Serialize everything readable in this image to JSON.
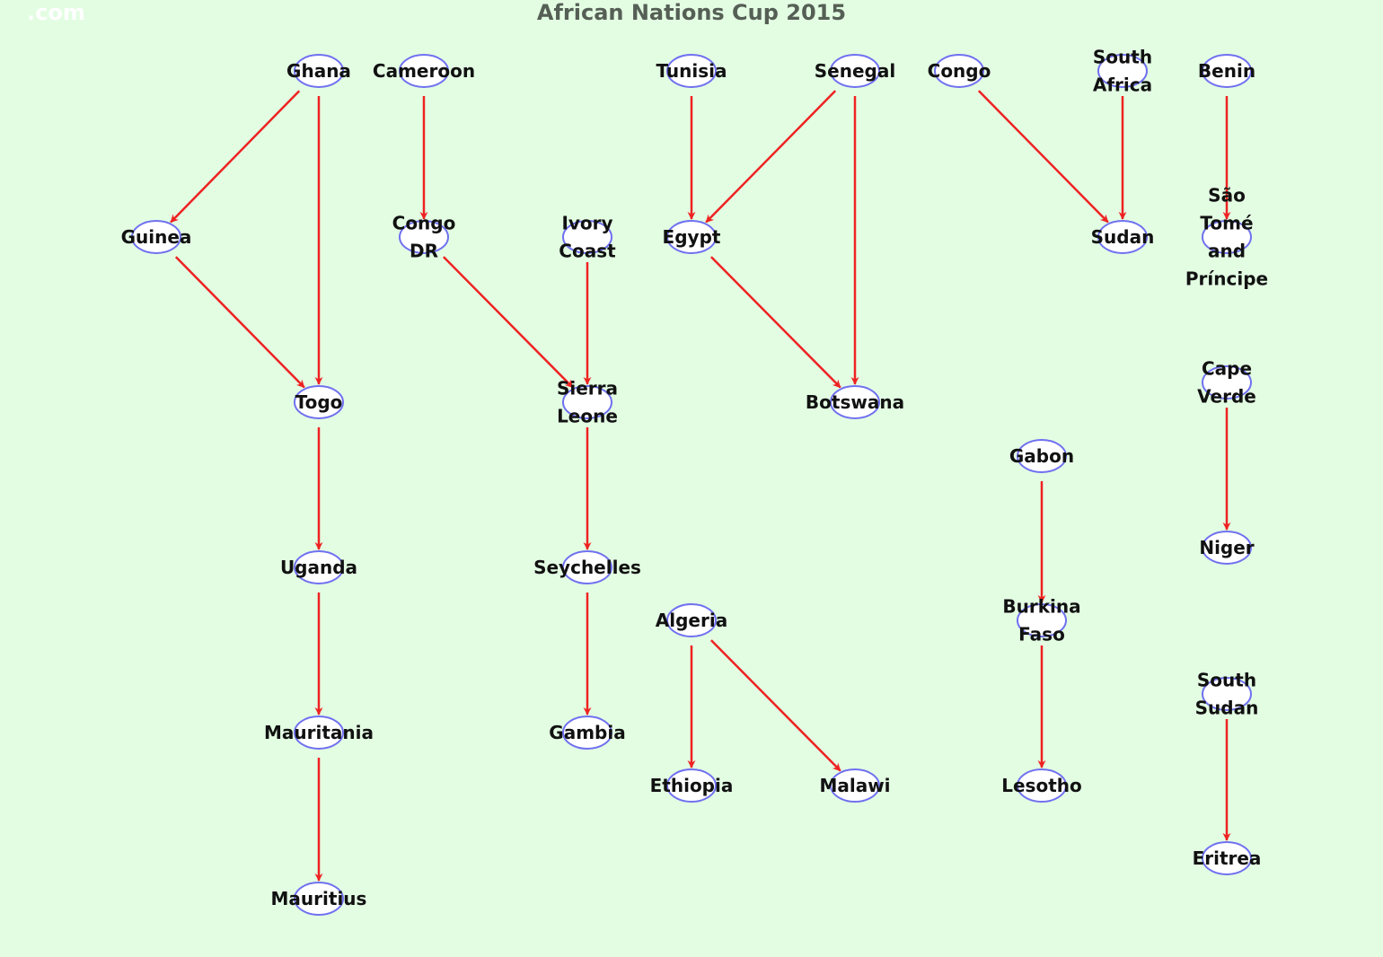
{
  "title": "African Nations Cup 2015",
  "watermark": ".com",
  "colors": {
    "background": "#e3fde3",
    "node_stroke": "#7070f0",
    "node_fill": "#ffffff",
    "edge": "#ee2222",
    "title": "#555f55"
  },
  "nodes": [
    {
      "id": "ghana",
      "lines": [
        "Ghana"
      ]
    },
    {
      "id": "cameroon",
      "lines": [
        "Cameroon"
      ]
    },
    {
      "id": "tunisia",
      "lines": [
        "Tunisia"
      ]
    },
    {
      "id": "senegal",
      "lines": [
        "Senegal"
      ]
    },
    {
      "id": "congo",
      "lines": [
        "Congo"
      ]
    },
    {
      "id": "south-africa",
      "lines": [
        "South",
        "Africa"
      ]
    },
    {
      "id": "benin",
      "lines": [
        "Benin"
      ]
    },
    {
      "id": "guinea",
      "lines": [
        "Guinea"
      ]
    },
    {
      "id": "congo-dr",
      "lines": [
        "Congo",
        "DR"
      ]
    },
    {
      "id": "ivory-coast",
      "lines": [
        "Ivory",
        "Coast"
      ]
    },
    {
      "id": "egypt",
      "lines": [
        "Egypt"
      ]
    },
    {
      "id": "sudan",
      "lines": [
        "Sudan"
      ]
    },
    {
      "id": "sao-tome",
      "lines": [
        "São",
        "Tomé",
        "and",
        "Príncipe"
      ]
    },
    {
      "id": "togo",
      "lines": [
        "Togo"
      ]
    },
    {
      "id": "sierra-leone",
      "lines": [
        "Sierra",
        "Leone"
      ]
    },
    {
      "id": "botswana",
      "lines": [
        "Botswana"
      ]
    },
    {
      "id": "cape-verde",
      "lines": [
        "Cape",
        "Verde"
      ]
    },
    {
      "id": "gabon",
      "lines": [
        "Gabon"
      ]
    },
    {
      "id": "niger",
      "lines": [
        "Niger"
      ]
    },
    {
      "id": "uganda",
      "lines": [
        "Uganda"
      ]
    },
    {
      "id": "seychelles",
      "lines": [
        "Seychelles"
      ]
    },
    {
      "id": "algeria",
      "lines": [
        "Algeria"
      ]
    },
    {
      "id": "burkina-faso",
      "lines": [
        "Burkina",
        "Faso"
      ]
    },
    {
      "id": "south-sudan",
      "lines": [
        "South",
        "Sudan"
      ]
    },
    {
      "id": "mauritania",
      "lines": [
        "Mauritania"
      ]
    },
    {
      "id": "gambia",
      "lines": [
        "Gambia"
      ]
    },
    {
      "id": "ethiopia",
      "lines": [
        "Ethiopia"
      ]
    },
    {
      "id": "malawi",
      "lines": [
        "Malawi"
      ]
    },
    {
      "id": "lesotho",
      "lines": [
        "Lesotho"
      ]
    },
    {
      "id": "eritrea",
      "lines": [
        "Eritrea"
      ]
    },
    {
      "id": "mauritius",
      "lines": [
        "Mauritius"
      ]
    }
  ],
  "edges": [
    {
      "from": "ghana",
      "to": "guinea"
    },
    {
      "from": "ghana",
      "to": "togo"
    },
    {
      "from": "guinea",
      "to": "togo"
    },
    {
      "from": "togo",
      "to": "uganda"
    },
    {
      "from": "uganda",
      "to": "mauritania"
    },
    {
      "from": "mauritania",
      "to": "mauritius"
    },
    {
      "from": "cameroon",
      "to": "congo-dr"
    },
    {
      "from": "congo-dr",
      "to": "sierra-leone"
    },
    {
      "from": "ivory-coast",
      "to": "sierra-leone"
    },
    {
      "from": "sierra-leone",
      "to": "seychelles"
    },
    {
      "from": "seychelles",
      "to": "gambia"
    },
    {
      "from": "tunisia",
      "to": "egypt"
    },
    {
      "from": "senegal",
      "to": "egypt"
    },
    {
      "from": "senegal",
      "to": "botswana"
    },
    {
      "from": "egypt",
      "to": "botswana"
    },
    {
      "from": "congo",
      "to": "sudan"
    },
    {
      "from": "south-africa",
      "to": "sudan"
    },
    {
      "from": "benin",
      "to": "sao-tome"
    },
    {
      "from": "cape-verde",
      "to": "niger"
    },
    {
      "from": "gabon",
      "to": "burkina-faso"
    },
    {
      "from": "burkina-faso",
      "to": "lesotho"
    },
    {
      "from": "south-sudan",
      "to": "eritrea"
    },
    {
      "from": "algeria",
      "to": "ethiopia"
    },
    {
      "from": "algeria",
      "to": "malawi"
    }
  ]
}
